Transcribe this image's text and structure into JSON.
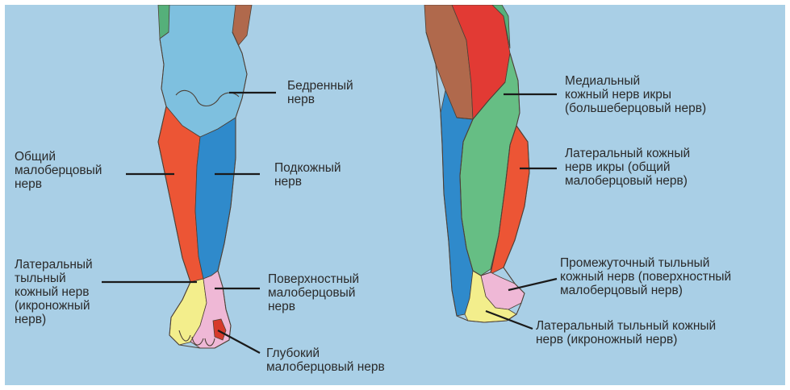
{
  "colors": {
    "background": "#a9cfe6",
    "femoral": "#7ec0df",
    "saphenous": "#2f8acb",
    "common_peroneal": "#ec5535",
    "sural": "#f3ee8c",
    "superficial_peroneal": "#efb8d6",
    "deep_peroneal": "#d63a2a",
    "medial_sural": "#66be84",
    "posterior_thigh": "#e23a34",
    "obturator": "#b0694c",
    "upper_green": "#55b07a"
  },
  "anterior": {
    "femoral_label": "Бедренный\nнерв",
    "common_peroneal_label": "Общий\nмалоберцовый\nнерв",
    "saphenous_label": "Подкожный\nнерв",
    "lateral_dorsal_label": "Латеральный\nтыльный\nкожный нерв\n(икроножный\nнерв)",
    "superficial_peroneal_label": "Поверхностный\nмалоберцовый\nнерв",
    "deep_peroneal_label": "Глубокий\nмалоберцовый нерв"
  },
  "posterior": {
    "medial_sural_label": "Медиальный\nкожный нерв икры\n(большеберцовый нерв)",
    "lateral_sural_label": "Латеральный кожный\nнерв икры (общий\nмалоберцовый нерв)",
    "intermediate_dorsal_label": "Промежуточный тыльный\nкожный нерв (поверхностный\nмалоберцовый нерв)",
    "lateral_dorsal_label": "Латеральный тыльный кожный\nнерв (икроножный нерв)"
  }
}
